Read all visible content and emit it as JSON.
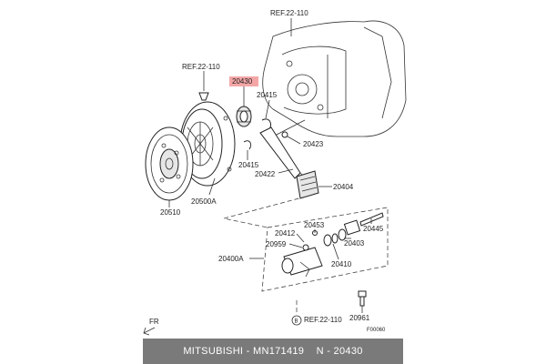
{
  "diagram": {
    "refs": {
      "top": "REF.22-110",
      "left": "REF.22-110",
      "bottom_marker": "B",
      "bottom": "REF.22-110"
    },
    "parts": {
      "p20430": "20430",
      "p20415_top": "20415",
      "p20423": "20423",
      "p20415_bottom": "20415",
      "p20422": "20422",
      "p20404": "20404",
      "p20500A": "20500A",
      "p20510": "20510",
      "p20453": "20453",
      "p20412": "20412",
      "p20445": "20445",
      "p20403": "20403",
      "p20959": "20959",
      "p20410": "20410",
      "p20400A": "20400A",
      "p20961": "20961"
    },
    "direction": "FR",
    "code": "F00060",
    "highlight_color": "#f4a6a6"
  },
  "footer": {
    "brand": "MITSUBISHI",
    "sep1": " - ",
    "part_number": "MN171419",
    "gap": "    ",
    "ref": "N - 20430"
  }
}
